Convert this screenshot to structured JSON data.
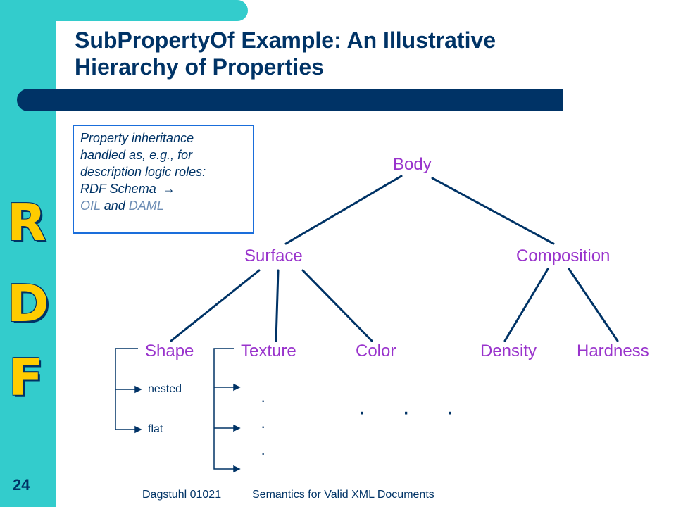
{
  "slide": {
    "title_line1": "SubPropertyOf Example: An Illustrative",
    "title_line2": "Hierarchy of Properties",
    "side_letters": [
      "R",
      "D",
      "F"
    ],
    "slide_number": "24",
    "footer_left": "Dagstuhl 01021",
    "footer_center": "Semantics for Valid XML Documents"
  },
  "info_box": {
    "line1": "Property inheritance",
    "line2": "handled as, e.g., for",
    "line3": "description logic roles:",
    "line4_prefix": "RDF Schema",
    "arrow": "→",
    "link1": "OIL",
    "and": "and",
    "link2": "DAML"
  },
  "hierarchy": {
    "root": "Body",
    "level1": [
      "Surface",
      "Composition"
    ],
    "level2": [
      "Shape",
      "Texture",
      "Color",
      "Density",
      "Hardness"
    ],
    "shape_children": [
      "nested",
      "flat"
    ],
    "texture_children_ellipsis": "·",
    "continuation_dots": "·"
  },
  "colors": {
    "accent_band": "#33cccc",
    "title": "#003366",
    "node_text": "#9933cc",
    "rdf_letters": "#ffcc00",
    "box_border": "#1a6edb"
  }
}
